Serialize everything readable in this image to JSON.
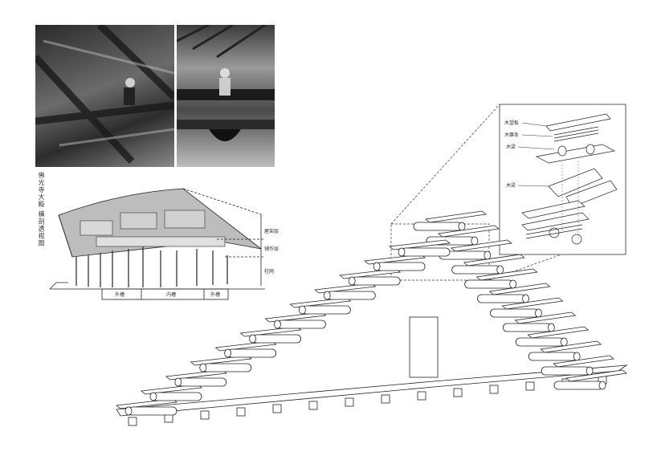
{
  "section_drawing": {
    "title": "佛光寺大殿 横剖透视图",
    "layers": [
      "屋架层",
      "铺作层",
      "柱网"
    ],
    "zones": [
      "外槽",
      "内槽",
      "外槽"
    ]
  },
  "exploded_detail": {
    "labels": [
      "木望板",
      "木檩条",
      "木梁",
      "木梁"
    ]
  }
}
